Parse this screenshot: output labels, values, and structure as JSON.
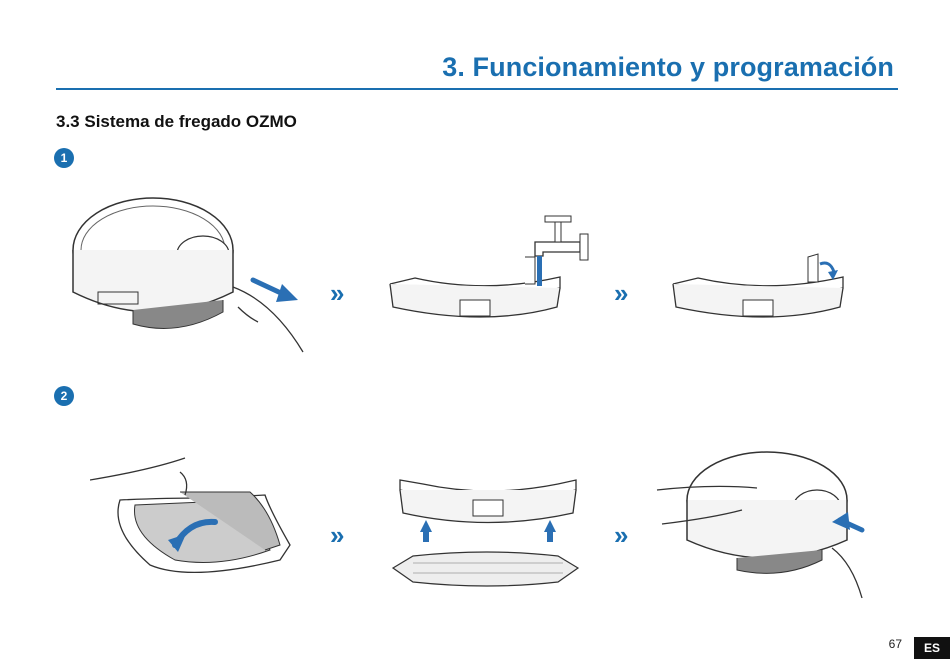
{
  "header": {
    "title": "3. Funcionamiento y programación"
  },
  "section": {
    "heading": "3.3 Sistema de fregado OZMO"
  },
  "steps": [
    {
      "number": "1"
    },
    {
      "number": "2"
    }
  ],
  "separator_glyph": "»",
  "footer": {
    "page_number": "67",
    "language": "ES"
  },
  "colors": {
    "accent": "#1a6fb0",
    "line": "#333333",
    "arrow": "#2a6fb4"
  }
}
